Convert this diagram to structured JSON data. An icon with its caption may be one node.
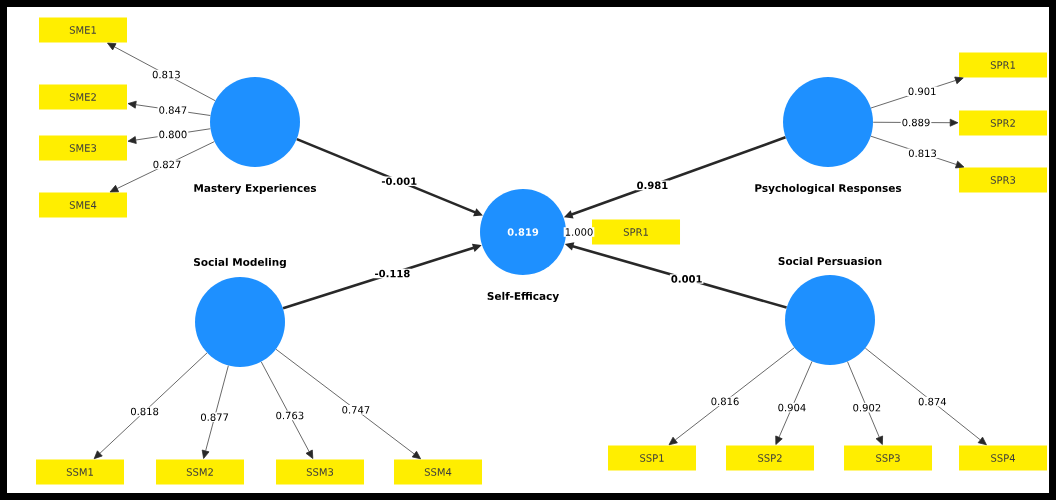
{
  "diagram": {
    "nodes": [
      {
        "text": [
          "SME1"
        ]
      },
      {
        "text": [
          "SME2"
        ]
      },
      {
        "text": [
          "SME3"
        ]
      },
      {
        "text": [
          "SME4"
        ]
      },
      {
        "text": [
          "Mastery Experiences"
        ]
      },
      {
        "text": [
          "Psychological Responses"
        ]
      },
      {
        "text": [
          "SPR1"
        ]
      },
      {
        "text": [
          "SPR2"
        ]
      },
      {
        "text": [
          "SPR3"
        ]
      },
      {
        "text": [
          "0.819",
          "Self-Efficacy"
        ]
      },
      {
        "text": [
          "SPR1"
        ]
      },
      {
        "text": [
          "Social Modeling"
        ]
      },
      {
        "text": [
          "Social Persuasion"
        ]
      },
      {
        "text": [
          "SSM1"
        ]
      },
      {
        "text": [
          "SSM2"
        ]
      },
      {
        "text": [
          "SSM3"
        ]
      },
      {
        "text": [
          "SSM4"
        ]
      },
      {
        "text": [
          "SSP1"
        ]
      },
      {
        "text": [
          "SSP2"
        ]
      },
      {
        "text": [
          "SSP3"
        ]
      },
      {
        "text": [
          "SSP4"
        ]
      }
    ],
    "edges": [
      {
        "from": 4,
        "to": 0,
        "arrow": "to",
        "label": "0.813"
      },
      {
        "from": 4,
        "to": 1,
        "arrow": "to",
        "label": "0.847"
      },
      {
        "from": 4,
        "to": 2,
        "arrow": "to",
        "label": "0.800"
      },
      {
        "from": 4,
        "to": 3,
        "arrow": "to",
        "label": "0.827"
      },
      {
        "from": 4,
        "to": 9,
        "arrow": "to",
        "label": "-0.001",
        "style": "thick"
      },
      {
        "from": 5,
        "to": 9,
        "arrow": "to",
        "label": "0.981",
        "style": "thick"
      },
      {
        "from": 5,
        "to": 6,
        "arrow": "to",
        "label": "0.901"
      },
      {
        "from": 5,
        "to": 7,
        "arrow": "to",
        "label": "0.889"
      },
      {
        "from": 5,
        "to": 8,
        "arrow": "to",
        "label": "0.813"
      },
      {
        "from": 9,
        "to": 10,
        "arrow": "none",
        "label": "1.000"
      },
      {
        "from": 11,
        "to": 9,
        "arrow": "to",
        "label": "-0.118",
        "style": "thick"
      },
      {
        "from": 12,
        "to": 9,
        "arrow": "to",
        "label": "0.001",
        "style": "thick"
      },
      {
        "from": 11,
        "to": 13,
        "arrow": "to",
        "label": "0.818"
      },
      {
        "from": 11,
        "to": 14,
        "arrow": "to",
        "label": "0.877"
      },
      {
        "from": 11,
        "to": 15,
        "arrow": "to",
        "label": "0.763"
      },
      {
        "from": 11,
        "to": 16,
        "arrow": "to",
        "label": "0.747"
      },
      {
        "from": 12,
        "to": 17,
        "arrow": "to",
        "label": "0.816"
      },
      {
        "from": 12,
        "to": 18,
        "arrow": "to",
        "label": "0.904"
      },
      {
        "from": 12,
        "to": 19,
        "arrow": "to",
        "label": "0.902"
      },
      {
        "from": 12,
        "to": 20,
        "arrow": "to",
        "label": "0.874"
      }
    ]
  }
}
